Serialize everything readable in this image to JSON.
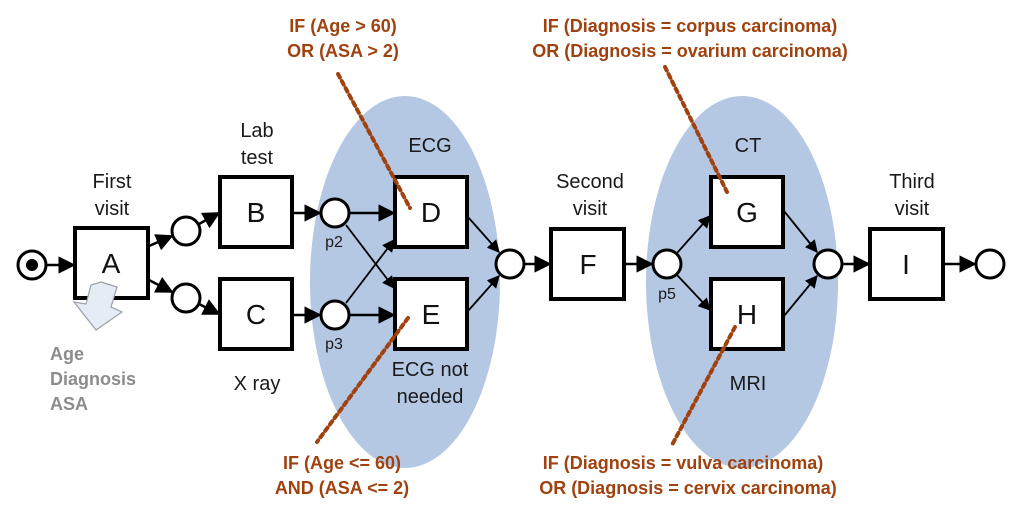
{
  "diagram": {
    "type": "petri-net-process-model",
    "colors": {
      "region_fill": "#b4c7e3",
      "condition_text": "#a0420f",
      "condition_line": "#a0420f",
      "attribute_text": "#8c8c8c",
      "attribute_arrow_fill": "#e6ecf6",
      "stroke": "#000000"
    },
    "transitions": [
      {
        "id": "A",
        "label": "A",
        "caption": [
          "First",
          "visit"
        ]
      },
      {
        "id": "B",
        "label": "B",
        "caption": [
          "Lab",
          "test"
        ]
      },
      {
        "id": "C",
        "label": "C",
        "caption": [
          "X ray"
        ]
      },
      {
        "id": "D",
        "label": "D",
        "caption": [
          "ECG"
        ]
      },
      {
        "id": "E",
        "label": "E",
        "caption": [
          "ECG not",
          "needed"
        ]
      },
      {
        "id": "F",
        "label": "F",
        "caption": [
          "Second",
          "visit"
        ]
      },
      {
        "id": "G",
        "label": "G",
        "caption": [
          "CT"
        ]
      },
      {
        "id": "H",
        "label": "H",
        "caption": [
          "MRI"
        ]
      },
      {
        "id": "I",
        "label": "I",
        "caption": [
          "Third",
          "visit"
        ]
      }
    ],
    "places": [
      {
        "id": "start",
        "label": "",
        "marked": true
      },
      {
        "id": "pA1",
        "label": ""
      },
      {
        "id": "pA2",
        "label": ""
      },
      {
        "id": "p2",
        "label": "p2"
      },
      {
        "id": "p3",
        "label": "p3"
      },
      {
        "id": "pDE",
        "label": ""
      },
      {
        "id": "p5",
        "label": "p5"
      },
      {
        "id": "pGH",
        "label": ""
      },
      {
        "id": "end",
        "label": ""
      }
    ],
    "arcs": [
      [
        "start",
        "A"
      ],
      [
        "A",
        "pA1"
      ],
      [
        "A",
        "pA2"
      ],
      [
        "pA1",
        "B"
      ],
      [
        "pA2",
        "C"
      ],
      [
        "B",
        "p2"
      ],
      [
        "C",
        "p3"
      ],
      [
        "p2",
        "D"
      ],
      [
        "p2",
        "E"
      ],
      [
        "p3",
        "D"
      ],
      [
        "p3",
        "E"
      ],
      [
        "D",
        "pDE"
      ],
      [
        "E",
        "pDE"
      ],
      [
        "pDE",
        "F"
      ],
      [
        "F",
        "p5"
      ],
      [
        "p5",
        "G"
      ],
      [
        "p5",
        "H"
      ],
      [
        "G",
        "pGH"
      ],
      [
        "H",
        "pGH"
      ],
      [
        "pGH",
        "I"
      ],
      [
        "I",
        "end"
      ]
    ],
    "attributes_written_by_A": [
      "Age",
      "Diagnosis",
      "ASA"
    ],
    "conditions": [
      {
        "target": "D",
        "lines": [
          "IF (Age > 60)",
          "OR (ASA > 2)"
        ]
      },
      {
        "target": "E",
        "lines": [
          "IF (Age <= 60)",
          "AND (ASA <= 2)"
        ]
      },
      {
        "target": "G",
        "lines": [
          "IF (Diagnosis = corpus carcinoma)",
          "OR (Diagnosis = ovarium carcinoma)"
        ]
      },
      {
        "target": "H",
        "lines": [
          "IF (Diagnosis = vulva carcinoma)",
          "OR (Diagnosis = cervix carcinoma)"
        ]
      }
    ],
    "decision_regions": [
      {
        "name": "ecg-decision",
        "transitions": [
          "D",
          "E"
        ]
      },
      {
        "name": "imaging-decision",
        "transitions": [
          "G",
          "H"
        ]
      }
    ]
  }
}
